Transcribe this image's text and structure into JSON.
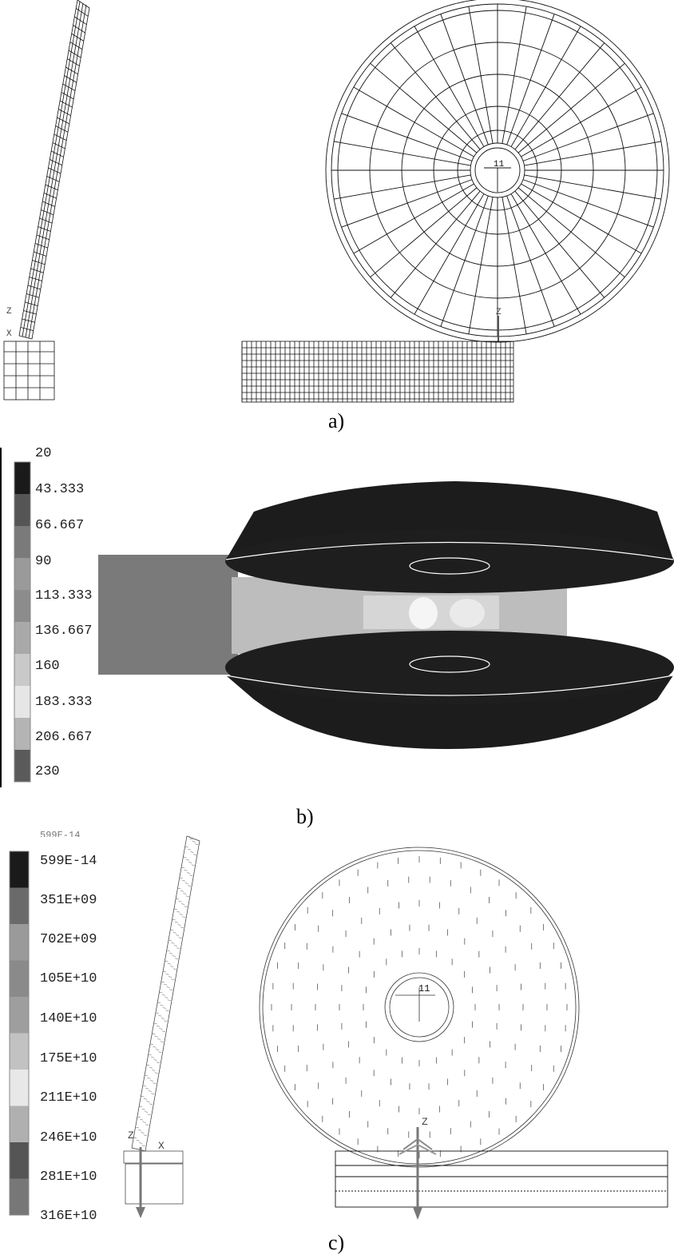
{
  "panel_a": {
    "caption": "a)",
    "side_view_axis_label": "Z",
    "side_view_x_label": "X",
    "front_view_center_label": "11",
    "front_view_axis_label": "Z"
  },
  "panel_b": {
    "caption": "b)",
    "legend": [
      "20",
      "43.333",
      "66.667",
      "90",
      "113.333",
      "136.667",
      "160",
      "183.333",
      "206.667",
      "230"
    ],
    "legend_colors": [
      "#1a1a1a",
      "#555555",
      "#7a7a7a",
      "#9a9a9a",
      "#8c8c8c",
      "#a9a9a9",
      "#c9c9c9",
      "#e6e6e6",
      "#b4b4b4",
      "#5a5a5a"
    ]
  },
  "panel_c": {
    "caption": "c)",
    "legend_top": "599E-14",
    "legend": [
      "599E-14",
      "351E+09",
      "702E+09",
      "105E+10",
      "140E+10",
      "175E+10",
      "211E+10",
      "246E+10",
      "281E+10",
      "316E+10"
    ],
    "legend_colors": [
      "#1a1a1a",
      "#6a6a6a",
      "#9a9a9a",
      "#8a8a8a",
      "#9e9e9e",
      "#c2c2c2",
      "#e8e8e8",
      "#b0b0b0",
      "#555555",
      "#777777"
    ],
    "side_view_axis_label": "Z",
    "side_view_x_label": "X",
    "front_view_center_label": "11",
    "front_view_axis_label": "Z"
  }
}
